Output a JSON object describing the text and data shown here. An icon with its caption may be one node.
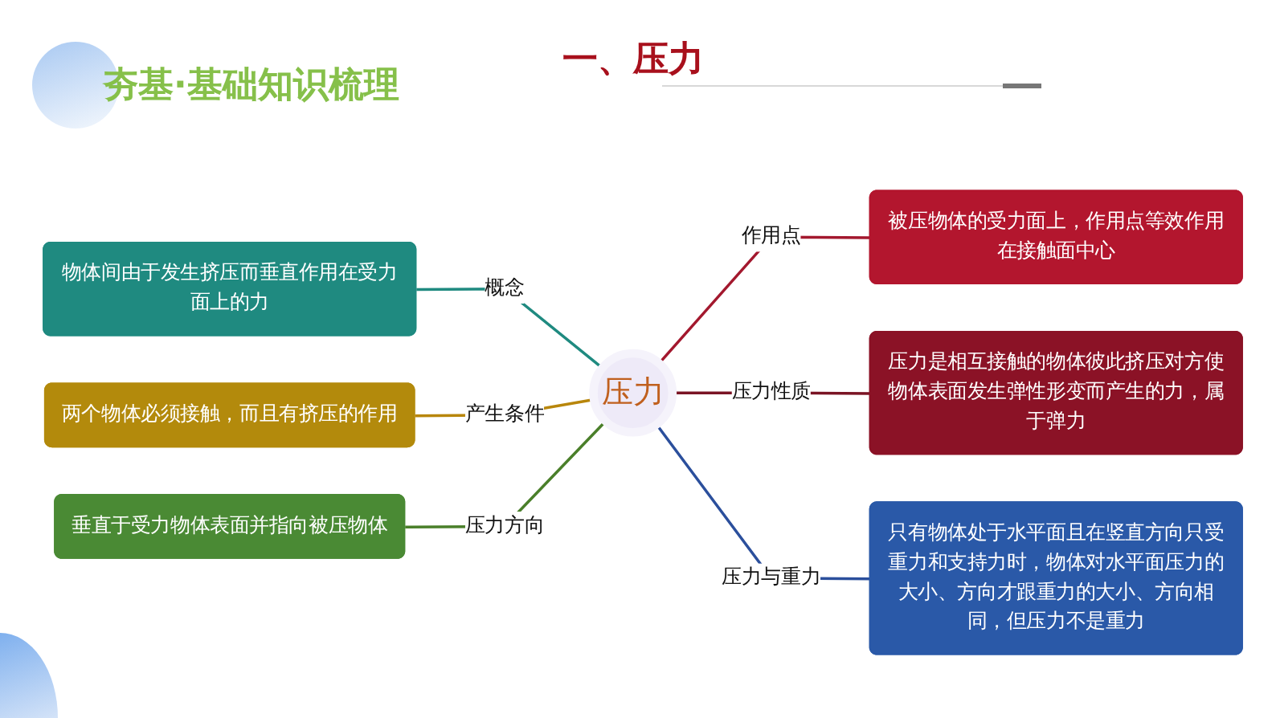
{
  "diagram": {
    "title": "一、压力",
    "nodes": [
      {
        "text": [
          "压力"
        ]
      },
      {
        "text": [
          "物体间由于发生挤压而垂直作用在受力面上的力"
        ]
      },
      {
        "text": [
          "被压物体的受力面上，作用点等效作用在接触面中心"
        ]
      },
      {
        "text": [
          "两个物体必须接触，而且有挤压的作用"
        ]
      },
      {
        "text": [
          "压力是相互接触的物体彼此挤压对方使物体表面发生弹性形变而产生的力，属于弹力"
        ]
      },
      {
        "text": [
          "垂直于受力物体表面并指向被压物体"
        ]
      },
      {
        "text": [
          "只有物体处于水平面且在竖直方向只受重力和支持力时，物体对水平面压力的大小、方向才跟重力的大小、方向相同，但压力不是重力"
        ]
      }
    ],
    "edges": [
      {
        "from": 1,
        "to": 0,
        "label": "概念",
        "arrow": "none",
        "color": "#1f8a80"
      },
      {
        "from": 0,
        "to": 2,
        "label": "作用点",
        "arrow": "none",
        "color": "#a3182e"
      },
      {
        "from": 3,
        "to": 0,
        "label": "产生条件",
        "arrow": "none",
        "color": "#b8860b"
      },
      {
        "from": 0,
        "to": 4,
        "label": "压力性质",
        "arrow": "none",
        "color": "#7a1424"
      },
      {
        "from": 5,
        "to": 0,
        "label": "压力方向",
        "arrow": "none",
        "color": "#4a7f2a"
      },
      {
        "from": 0,
        "to": 6,
        "label": "压力与重力",
        "arrow": "none",
        "color": "#2b4f9c"
      }
    ],
    "labels": [
      "夯基·基础知识梳理"
    ]
  }
}
